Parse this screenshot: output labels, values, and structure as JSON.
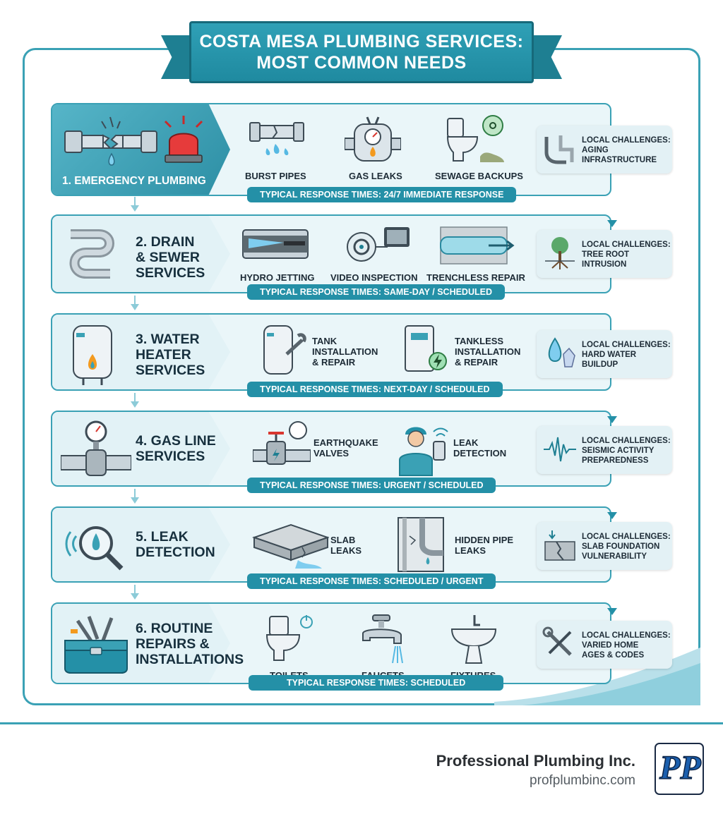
{
  "header": {
    "title_line1": "COSTA MESA PLUMBING SERVICES:",
    "title_line2": "MOST COMMON NEEDS"
  },
  "colors": {
    "accent": "#3aa1b5",
    "accent_dark": "#1e7f92",
    "card_bg": "#eaf6f9",
    "text": "#1d2b36"
  },
  "categories": [
    {
      "title": "1. EMERGENCY PLUMBING",
      "icon": "broken-pipe-and-siren-icon",
      "services": [
        {
          "label": "BURST PIPES",
          "icon": "burst-pipe-icon"
        },
        {
          "label": "GAS LEAKS",
          "icon": "gas-meter-icon"
        },
        {
          "label": "SEWAGE BACKUPS",
          "icon": "toilet-biohazard-icon"
        }
      ],
      "challenge": {
        "line1": "LOCAL CHALLENGES:",
        "line2": "AGING",
        "line3": "INFRASTRUCTURE",
        "icon": "old-pipes-icon"
      },
      "response": "TYPICAL RESPONSE TIMES: 24/7 IMMEDIATE RESPONSE"
    },
    {
      "title_l1": "2. DRAIN",
      "title_l2": "& SEWER",
      "title_l3": "SERVICES",
      "icon": "drain-pipe-icon",
      "services": [
        {
          "label": "HYDRO JETTING",
          "icon": "hydro-jet-icon"
        },
        {
          "label": "VIDEO INSPECTION",
          "icon": "camera-inspection-icon"
        },
        {
          "label": "TRENCHLESS REPAIR",
          "icon": "trenchless-pipe-icon"
        }
      ],
      "challenge": {
        "line1": "LOCAL CHALLENGES:",
        "line2": "TREE ROOT",
        "line3": "INTRUSION",
        "icon": "tree-roots-icon"
      },
      "response": "TYPICAL RESPONSE TIMES: SAME-DAY / SCHEDULED"
    },
    {
      "title_l1": "3. WATER",
      "title_l2": "HEATER",
      "title_l3": "SERVICES",
      "icon": "water-heater-icon",
      "services": [
        {
          "l1": "TANK",
          "l2": "INSTALLATION",
          "l3": "& REPAIR",
          "icon": "tank-heater-wrench-icon"
        },
        {
          "l1": "TANKLESS",
          "l2": "INSTALLATION",
          "l3": "& REPAIR",
          "icon": "tankless-heater-icon"
        }
      ],
      "challenge": {
        "line1": "LOCAL CHALLENGES:",
        "line2": "HARD WATER",
        "line3": "BUILDUP",
        "icon": "water-crystal-icon"
      },
      "response": "TYPICAL RESPONSE TIMES: NEXT-DAY / SCHEDULED"
    },
    {
      "title_l1": "4. GAS LINE",
      "title_l2": "SERVICES",
      "icon": "gas-line-gauge-icon",
      "services": [
        {
          "l1": "EARTHQUAKE",
          "l2": "VALVES",
          "icon": "earthquake-valve-icon"
        },
        {
          "l1": "LEAK",
          "l2": "DETECTION",
          "icon": "technician-detector-icon"
        }
      ],
      "challenge": {
        "line1": "LOCAL CHALLENGES:",
        "line2": "SEISMIC ACTIVITY",
        "line3": "PREPAREDNESS",
        "icon": "seismic-wave-icon"
      },
      "response": "TYPICAL RESPONSE TIMES: URGENT / SCHEDULED"
    },
    {
      "title_l1": "5. LEAK",
      "title_l2": "DETECTION",
      "icon": "magnifier-drop-icon",
      "services": [
        {
          "l1": "SLAB",
          "l2": "LEAKS",
          "icon": "slab-leak-icon"
        },
        {
          "l1": "HIDDEN PIPE",
          "l2": "LEAKS",
          "icon": "hidden-pipe-icon"
        }
      ],
      "challenge": {
        "line1": "LOCAL CHALLENGES:",
        "line2": "SLAB FOUNDATION",
        "line3": "VULNERABILITY",
        "icon": "cracked-slab-icon"
      },
      "response": "TYPICAL RESPONSE TIMES: SCHEDULED / URGENT"
    },
    {
      "title_l1": "6. ROUTINE",
      "title_l2": "REPAIRS &",
      "title_l3": "INSTALLATIONS",
      "icon": "toolbox-icon",
      "services": [
        {
          "label": "TOILETS",
          "icon": "toilet-icon"
        },
        {
          "label": "FAUCETS",
          "icon": "faucet-icon"
        },
        {
          "label": "FIXTURES",
          "icon": "sink-icon"
        }
      ],
      "challenge": {
        "line1": "LOCAL CHALLENGES:",
        "line2": "VARIED HOME",
        "line3": "AGES & CODES",
        "icon": "wrench-screwdriver-icon"
      },
      "response": "TYPICAL RESPONSE TIMES: SCHEDULED"
    }
  ],
  "footer": {
    "company": "Professional Plumbing Inc.",
    "url": "profplumbinc.com",
    "logo_text": "PP"
  }
}
